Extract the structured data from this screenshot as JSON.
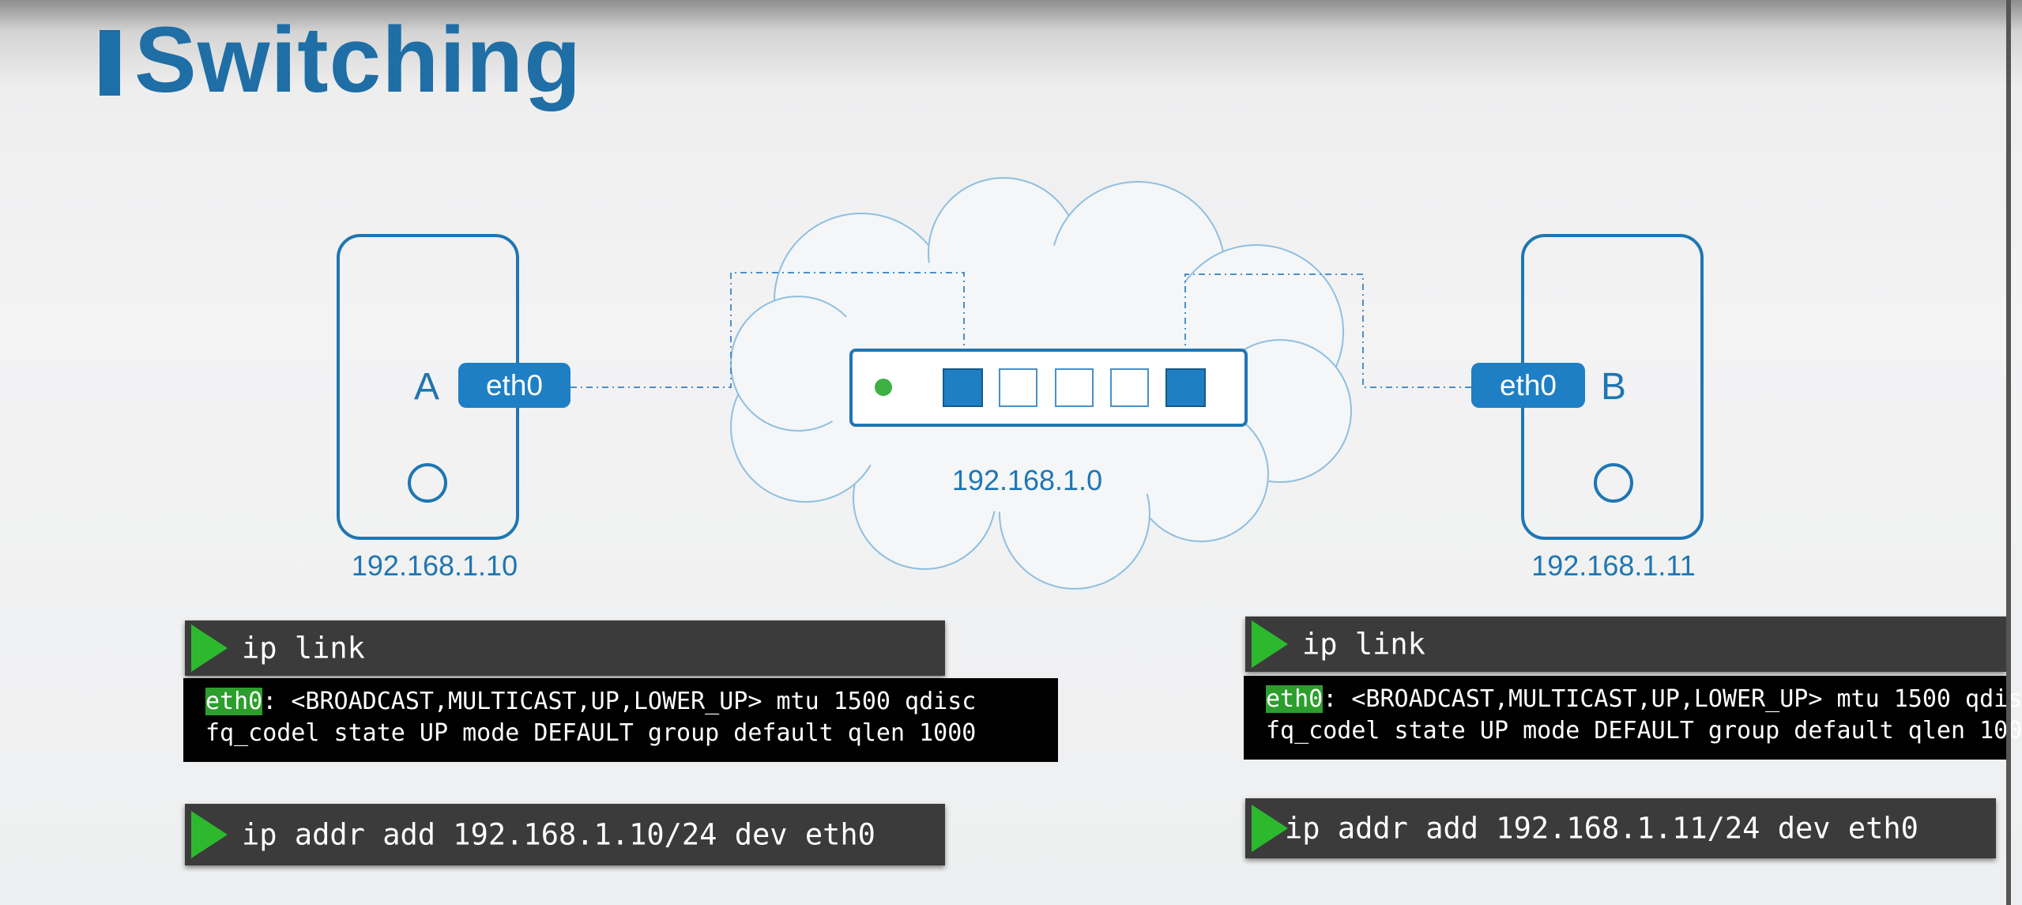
{
  "title": "Switching",
  "diagram": {
    "host_a": {
      "label": "A",
      "interface": "eth0",
      "ip": "192.168.1.10"
    },
    "host_b": {
      "label": "B",
      "interface": "eth0",
      "ip": "192.168.1.11"
    },
    "network": {
      "label": "192.168.1.0"
    }
  },
  "terminals": {
    "left": {
      "cmd1": "ip link",
      "out_iface": "eth0",
      "out_line1_rest": ": <BROADCAST,MULTICAST,UP,LOWER_UP> mtu 1500 qdisc",
      "out_line2": "fq_codel state UP mode DEFAULT group default qlen 1000",
      "cmd2": "ip addr add 192.168.1.10/24 dev eth0"
    },
    "right": {
      "cmd1": "ip link",
      "out_iface": "eth0",
      "out_line1_rest": ": <BROADCAST,MULTICAST,UP,LOWER_UP> mtu 1500 qdis",
      "out_line2": "fq_codel state UP mode DEFAULT group default qlen 100",
      "cmd2": "ip addr add 192.168.1.11/24 dev eth0"
    }
  },
  "colors": {
    "accent": "#1f76b2",
    "port_active": "#1f7fc4",
    "status_led": "#3cb043",
    "prompt_triangle": "#2db92d",
    "terminal_bg": "#000000",
    "command_bar_bg": "#3b3b3b"
  }
}
